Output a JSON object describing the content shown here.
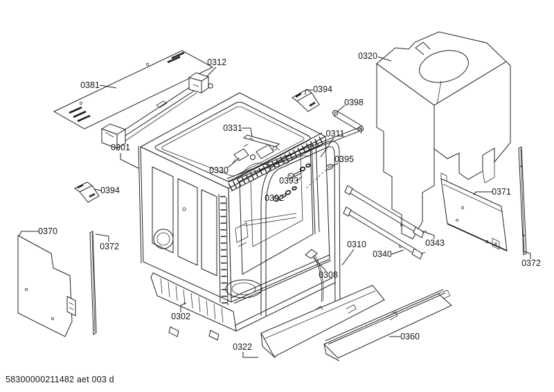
{
  "diagram": {
    "kind": "exploded-parts-diagram",
    "background_color": "#ffffff",
    "line_color": "#1f1f1f",
    "footer_code": "58300000211482 aet 003 d"
  },
  "callouts": [
    {
      "label": "0381"
    },
    {
      "label": "0312"
    },
    {
      "label": "0320"
    },
    {
      "label": "0394"
    },
    {
      "label": "0398"
    },
    {
      "label": "0331"
    },
    {
      "label": "0311"
    },
    {
      "label": "0301"
    },
    {
      "label": "0395"
    },
    {
      "label": "0330"
    },
    {
      "label": "0393"
    },
    {
      "label": "0392"
    },
    {
      "label": "0394"
    },
    {
      "label": "0371"
    },
    {
      "label": "0370"
    },
    {
      "label": "0372"
    },
    {
      "label": "0310"
    },
    {
      "label": "0340"
    },
    {
      "label": "0343"
    },
    {
      "label": "0372"
    },
    {
      "label": "0308"
    },
    {
      "label": "0302"
    },
    {
      "label": "0322"
    },
    {
      "label": "0360"
    }
  ]
}
